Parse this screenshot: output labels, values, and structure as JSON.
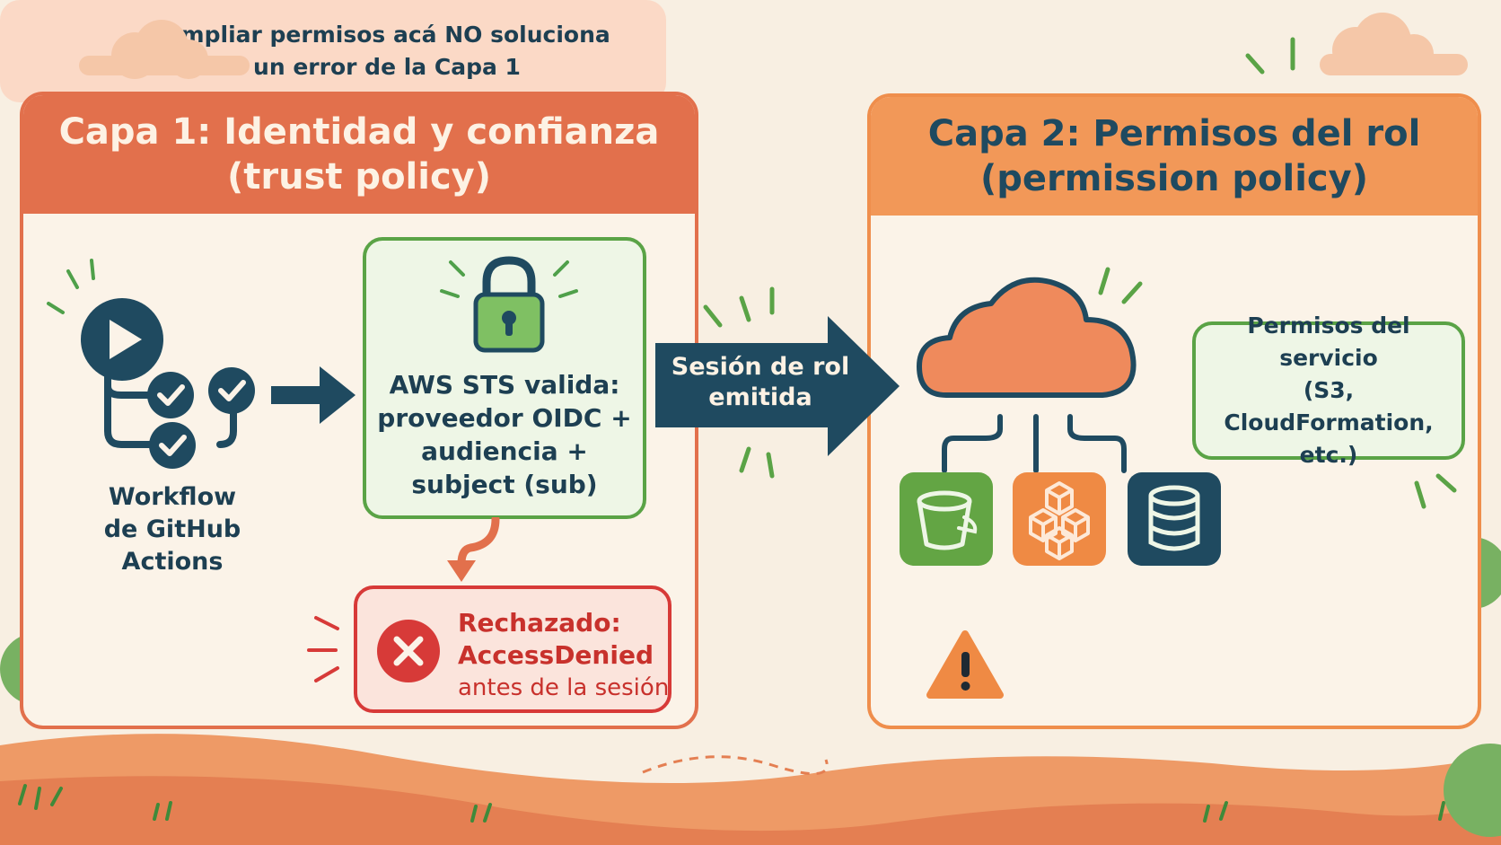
{
  "layer1": {
    "title_line1": "Capa 1: Identidad y confianza",
    "title_line2": "(trust policy)",
    "workflow_line1": "Workflow",
    "workflow_line2": "de GitHub Actions",
    "sts_line1": "AWS STS valida:",
    "sts_line2": "proveedor OIDC +",
    "sts_line3": "audiencia +",
    "sts_line4": "subject (sub)",
    "reject_line1": "Rechazado:",
    "reject_line2": "AccessDenied",
    "reject_line3": "antes de la sesión"
  },
  "arrow": {
    "line1": "Sesión de rol",
    "line2": "emitida"
  },
  "layer2": {
    "title_line1": "Capa 2: Permisos del rol",
    "title_line2": "(permission policy)",
    "perm_line1": "Permisos del servicio",
    "perm_line2": "(S3, CloudFormation,",
    "perm_line3": "etc.)",
    "warn_line1": "Ampliar permisos acá NO soluciona",
    "warn_line2": "un error de la Capa 1"
  },
  "colors": {
    "layer1_accent": "#e2704c",
    "layer2_accent": "#f29858",
    "navy": "#1f4a60",
    "green": "#5aa346",
    "red": "#d73a38"
  },
  "icons": [
    "play-icon",
    "check-icon",
    "lock-icon",
    "cloud-icon",
    "bucket-icon",
    "cubes-icon",
    "database-icon",
    "warning-icon",
    "x-icon"
  ]
}
